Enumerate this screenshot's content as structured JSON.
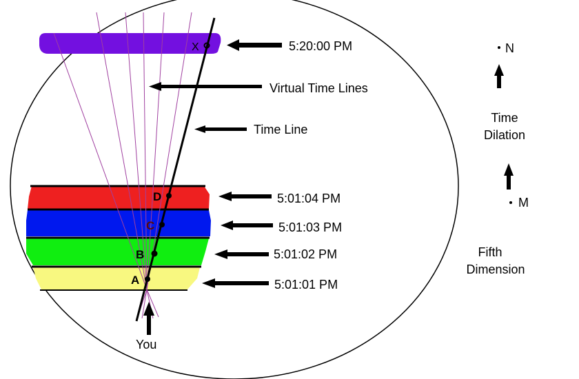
{
  "colors": {
    "background": "#ffffff",
    "outline": "#000000",
    "purple_band": "#7310e0",
    "red_band": "#ee2020",
    "blue_band": "#0018ee",
    "green_band": "#10ee10",
    "yellow_band": "#f8f880",
    "virtual_lines": "#a040a0"
  },
  "labels": {
    "top_time": "5:20:00 PM",
    "virtual_time_lines": "Virtual Time Lines",
    "time_line": "Time Line",
    "band_d_time": "5:01:04 PM",
    "band_c_time": "5:01:03 PM",
    "band_b_time": "5:01:02 PM",
    "band_a_time": "5:01:01 PM",
    "you": "You",
    "time_dilation_line1": "Time",
    "time_dilation_line2": "Dilation",
    "fifth_dimension_line1": "Fifth",
    "fifth_dimension_line2": "Dimension",
    "north": "N",
    "m_point": "M"
  },
  "points": {
    "x": "X",
    "d": "D",
    "c": "C",
    "b": "B",
    "a": "A"
  }
}
